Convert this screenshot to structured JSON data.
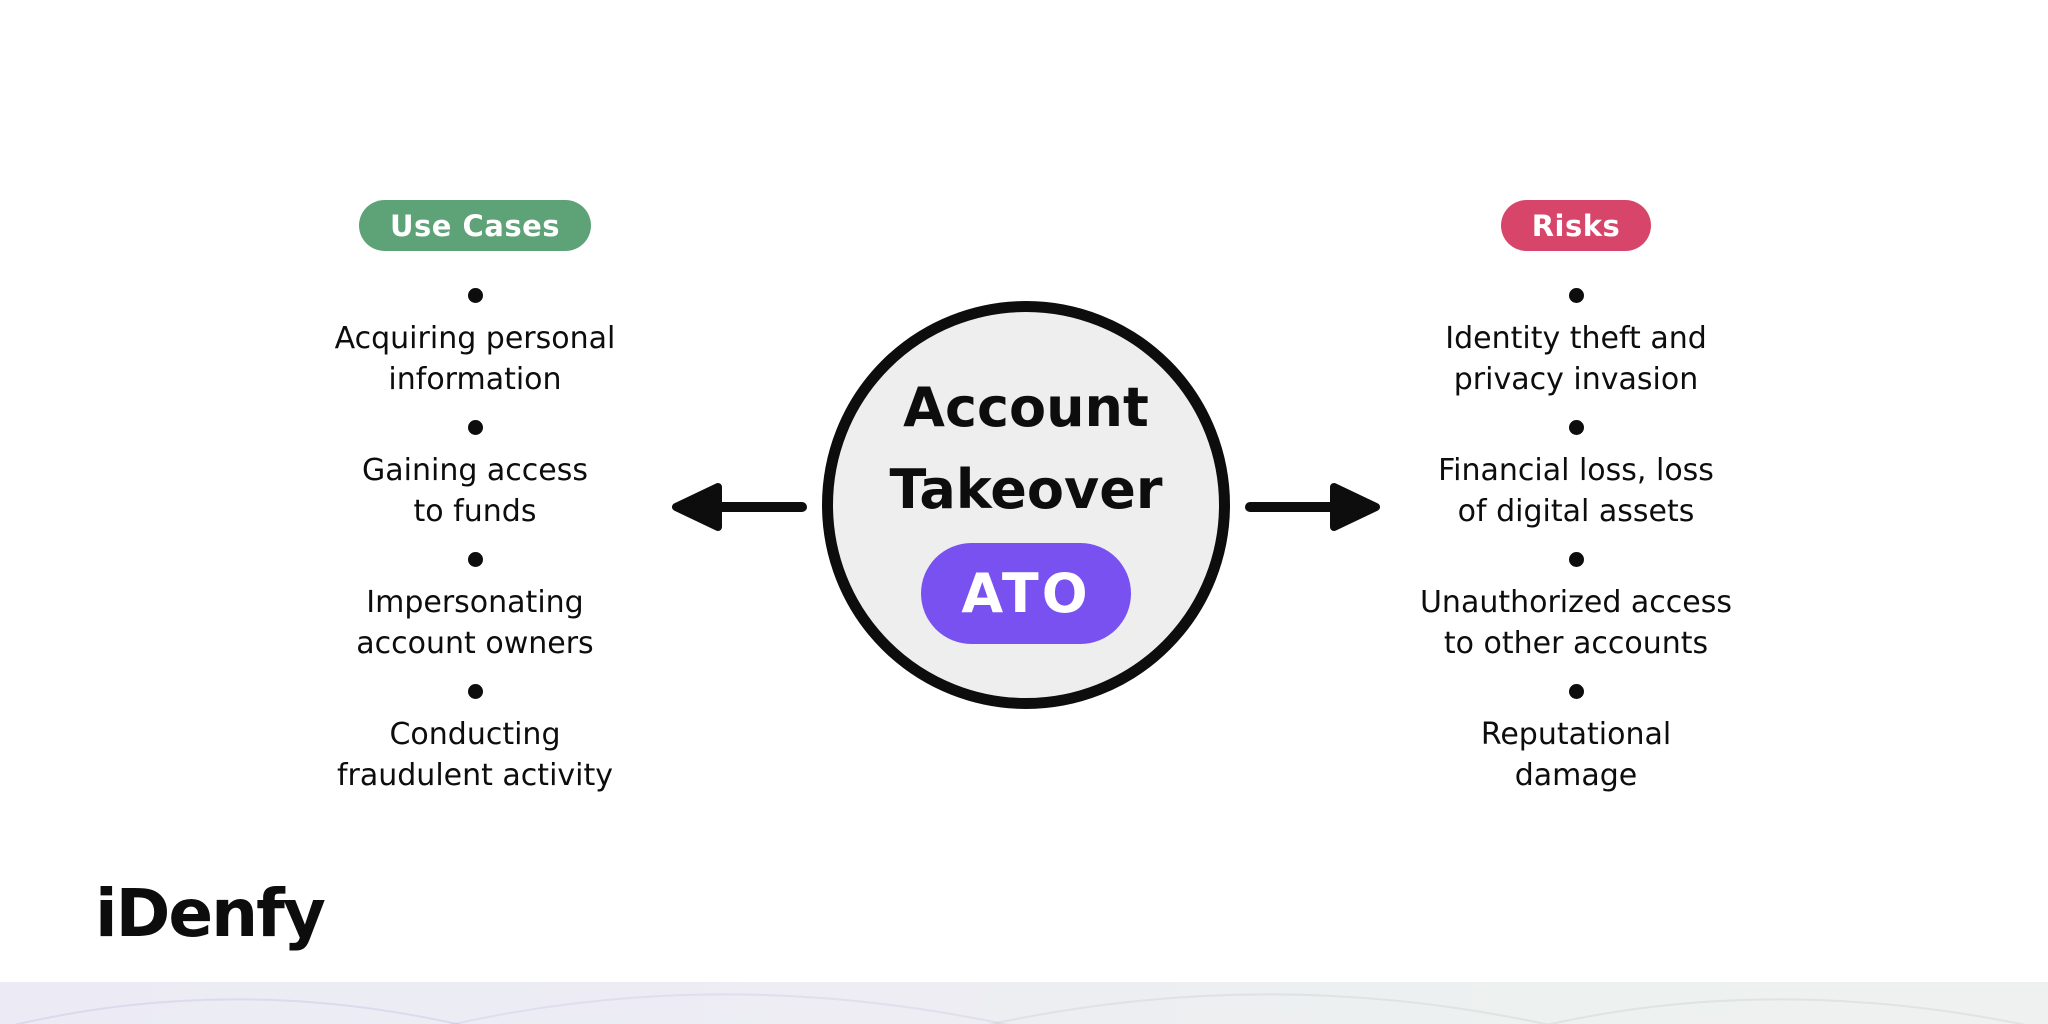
{
  "diagram": {
    "center": {
      "title_line1": "Account",
      "title_line2": "Takeover",
      "acronym": "ATO",
      "acronym_bg_color": "#7951f0",
      "circle_fill_color": "#edeeed",
      "circle_border_color": "#0d0d0d"
    },
    "left_column": {
      "badge_label": "Use Cases",
      "badge_color": "#5ea277",
      "items": [
        {
          "line1": "Acquiring personal",
          "line2": "information"
        },
        {
          "line1": "Gaining access",
          "line2": "to funds"
        },
        {
          "line1": "Impersonating",
          "line2": "account owners"
        },
        {
          "line1": "Conducting",
          "line2": "fraudulent activity"
        }
      ]
    },
    "right_column": {
      "badge_label": "Risks",
      "badge_color": "#d8456b",
      "items": [
        {
          "line1": "Identity theft and",
          "line2": "privacy invasion"
        },
        {
          "line1": "Financial loss, loss",
          "line2": "of digital assets"
        },
        {
          "line1": "Unauthorized access",
          "line2": "to other accounts"
        },
        {
          "line1": "Reputational",
          "line2": "damage"
        }
      ]
    },
    "icons": {
      "left_arrow": "arrow-pointing-left",
      "right_arrow": "arrow-pointing-right",
      "bullet": "bullet-dot"
    }
  },
  "footer": {
    "logo_text": "iDenfy",
    "band_colors": [
      "#ecebf5",
      "#edf1ef"
    ]
  },
  "text_color": "#0d0d0d",
  "background_color": "#ffffff"
}
